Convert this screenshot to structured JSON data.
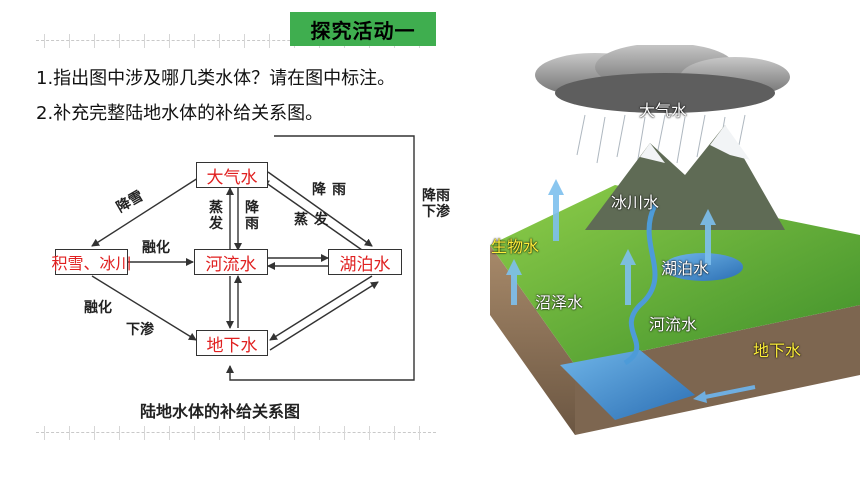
{
  "title": "探究活动一",
  "tasks": [
    "1.指出图中涉及哪几类水体？请在图中标注。",
    "2.补充完整陆地水体的补给关系图。"
  ],
  "diagram": {
    "caption": "陆地水体的补给关系图",
    "nodes": {
      "atmosphere": "大气水",
      "snow_glacier": "积雪、冰川",
      "river": "河流水",
      "lake": "湖泊水",
      "ground": "地下水"
    },
    "labels": {
      "snowfall": "降雪",
      "rainfall_right": "降雨",
      "evaporation_right": "蒸发",
      "evaporation_center": "蒸发",
      "rainfall_center": "降雨",
      "melting": "融化",
      "melting_infiltration": "融化",
      "infiltration": "下渗",
      "rain_infiltration": "降雨下渗"
    }
  },
  "illustration": {
    "labels": {
      "atmosphere": "大气水",
      "glacier": "冰川水",
      "biological": "生物水",
      "lake": "湖泊水",
      "swamp": "沼泽水",
      "river": "河流水",
      "ground": "地下水"
    }
  },
  "colors": {
    "title_bg": "#3fae4f",
    "node_text": "#e02020",
    "scene_label": "#ffffff",
    "scene_label_ground": "#ffef3a"
  }
}
